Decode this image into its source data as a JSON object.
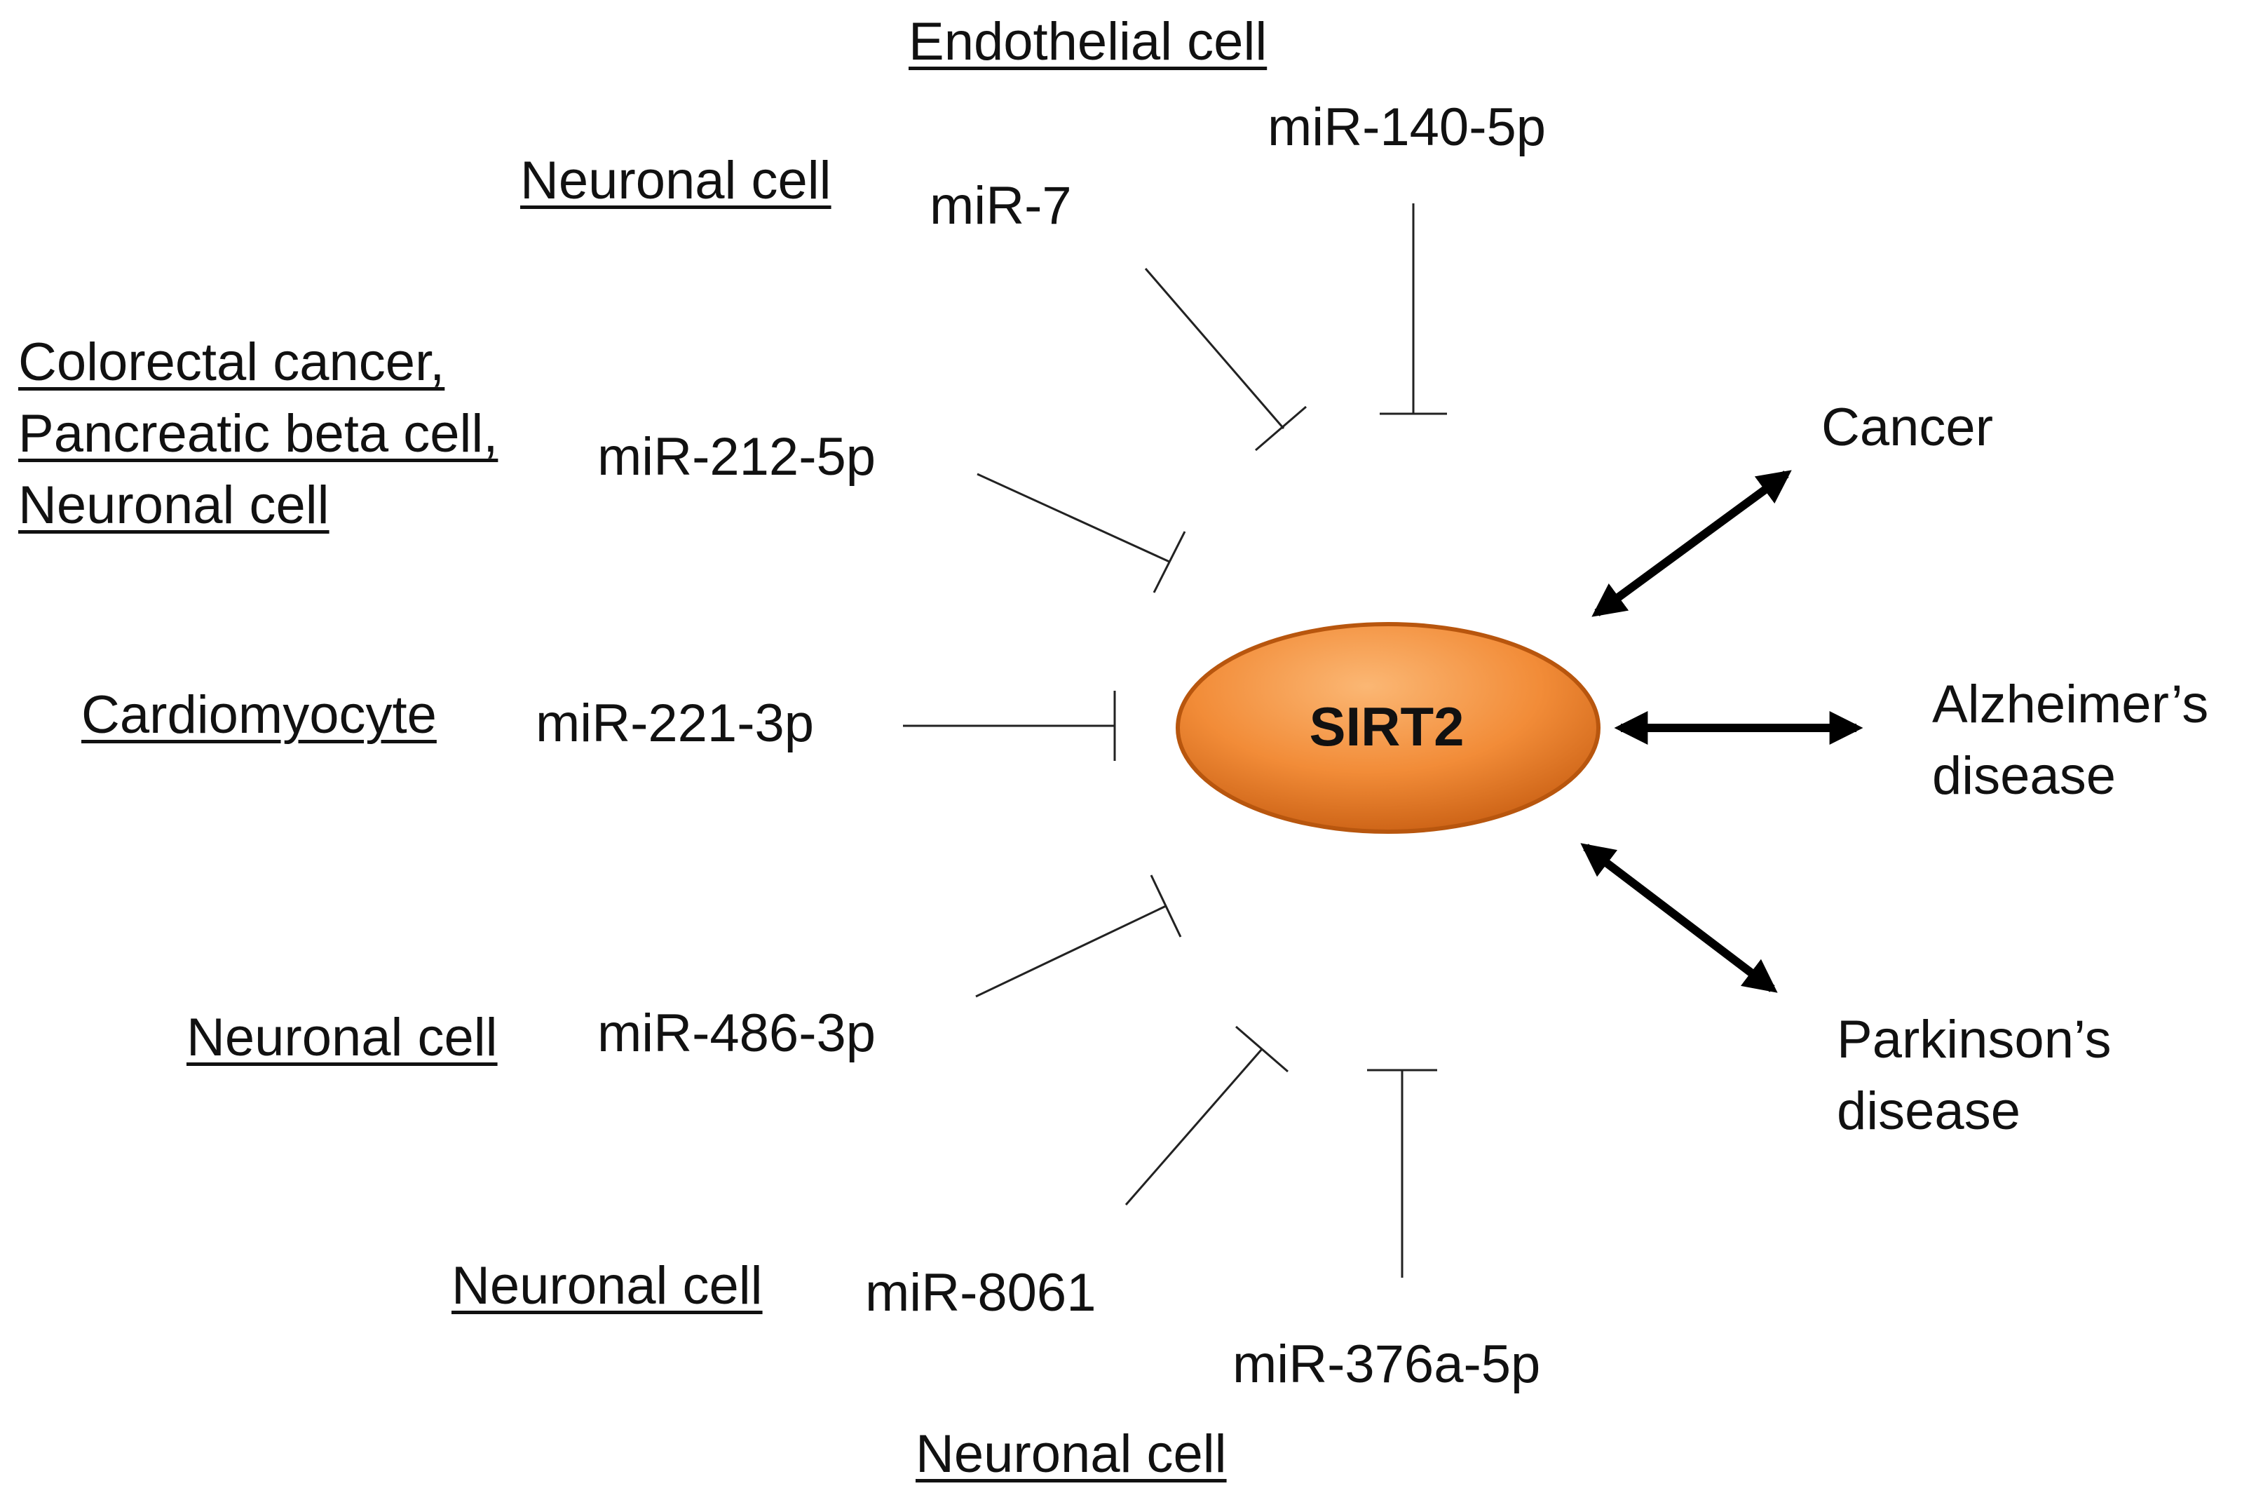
{
  "center": {
    "label": "SIRT2",
    "color": "#F28C38"
  },
  "mirnas": [
    {
      "name": "miR-140-5p",
      "context": "Endothelial cell"
    },
    {
      "name": "miR-7",
      "context": "Neuronal cell"
    },
    {
      "name": "miR-212-5p",
      "context_lines": [
        "Colorectal cancer,",
        "Pancreatic beta cell,",
        "Neuronal cell"
      ]
    },
    {
      "name": "miR-221-3p",
      "context": "Cardiomyocyte"
    },
    {
      "name": "miR-486-3p",
      "context": "Neuronal cell"
    },
    {
      "name": "miR-8061",
      "context": "Neuronal cell"
    },
    {
      "name": "miR-376a-5p",
      "context": "Neuronal cell"
    }
  ],
  "diseases": [
    {
      "lines": [
        "Cancer"
      ]
    },
    {
      "lines": [
        "Alzheimer’s",
        "disease"
      ]
    },
    {
      "lines": [
        "Parkinson’s",
        "disease"
      ]
    }
  ]
}
